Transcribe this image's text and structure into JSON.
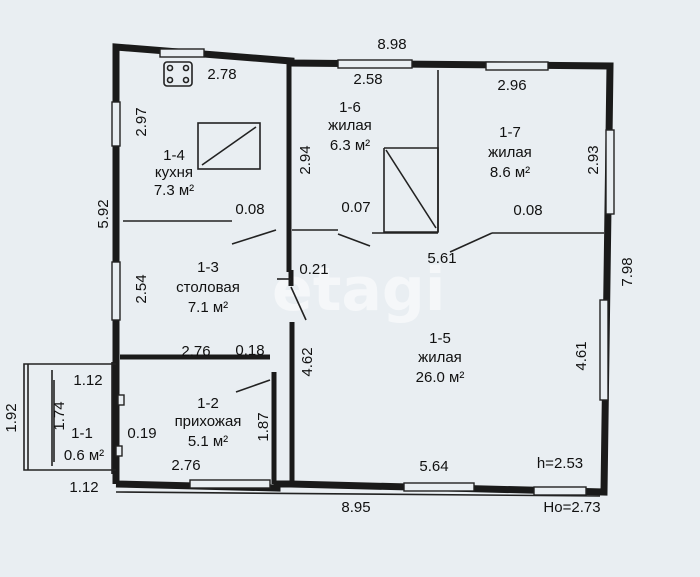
{
  "watermark": "etagi",
  "rooms": [
    {
      "id": "1-4",
      "name": "кухня",
      "area": "7.3 м²"
    },
    {
      "id": "1-6",
      "name": "жилая",
      "area": "6.3 м²"
    },
    {
      "id": "1-7",
      "name": "жилая",
      "area": "8.6 м²"
    },
    {
      "id": "1-3",
      "name": "столовая",
      "area": "7.1 м²"
    },
    {
      "id": "1-5",
      "name": "жилая",
      "area": "26.0 м²"
    },
    {
      "id": "1-2",
      "name": "прихожая",
      "area": "5.1 м²"
    },
    {
      "id": "1-1",
      "name": "",
      "area": "0.6 м²"
    }
  ],
  "dimensions": {
    "top_total": "8.98",
    "kitchen_top": "2.78",
    "room6_top": "2.58",
    "room7_top": "2.96",
    "kitchen_left": "2.97",
    "room6_left": "2.94",
    "room7_right": "2.93",
    "left_total": "5.92",
    "right_total": "7.98",
    "kitchen_gap": "0.08",
    "room6_gap": "0.07",
    "room7_gap": "0.08",
    "partition": "0.21",
    "room5_top": "5.61",
    "dining_left": "2.54",
    "dining_bottom": "2.76",
    "hall_gap": "0.18",
    "room5_left": "4.62",
    "room5_right": "4.61",
    "porch_top": "1.12",
    "porch_height": "1.92",
    "porch_inner": "1.74",
    "porch_gap": "0.19",
    "hall_right": "1.87",
    "hall_bottom": "2.76",
    "room5_bottom": "5.64",
    "bottom_total": "8.95",
    "porch_bottom": "1.12",
    "ceiling_h": "h=2.53",
    "outer_h": "Ho=2.73"
  }
}
